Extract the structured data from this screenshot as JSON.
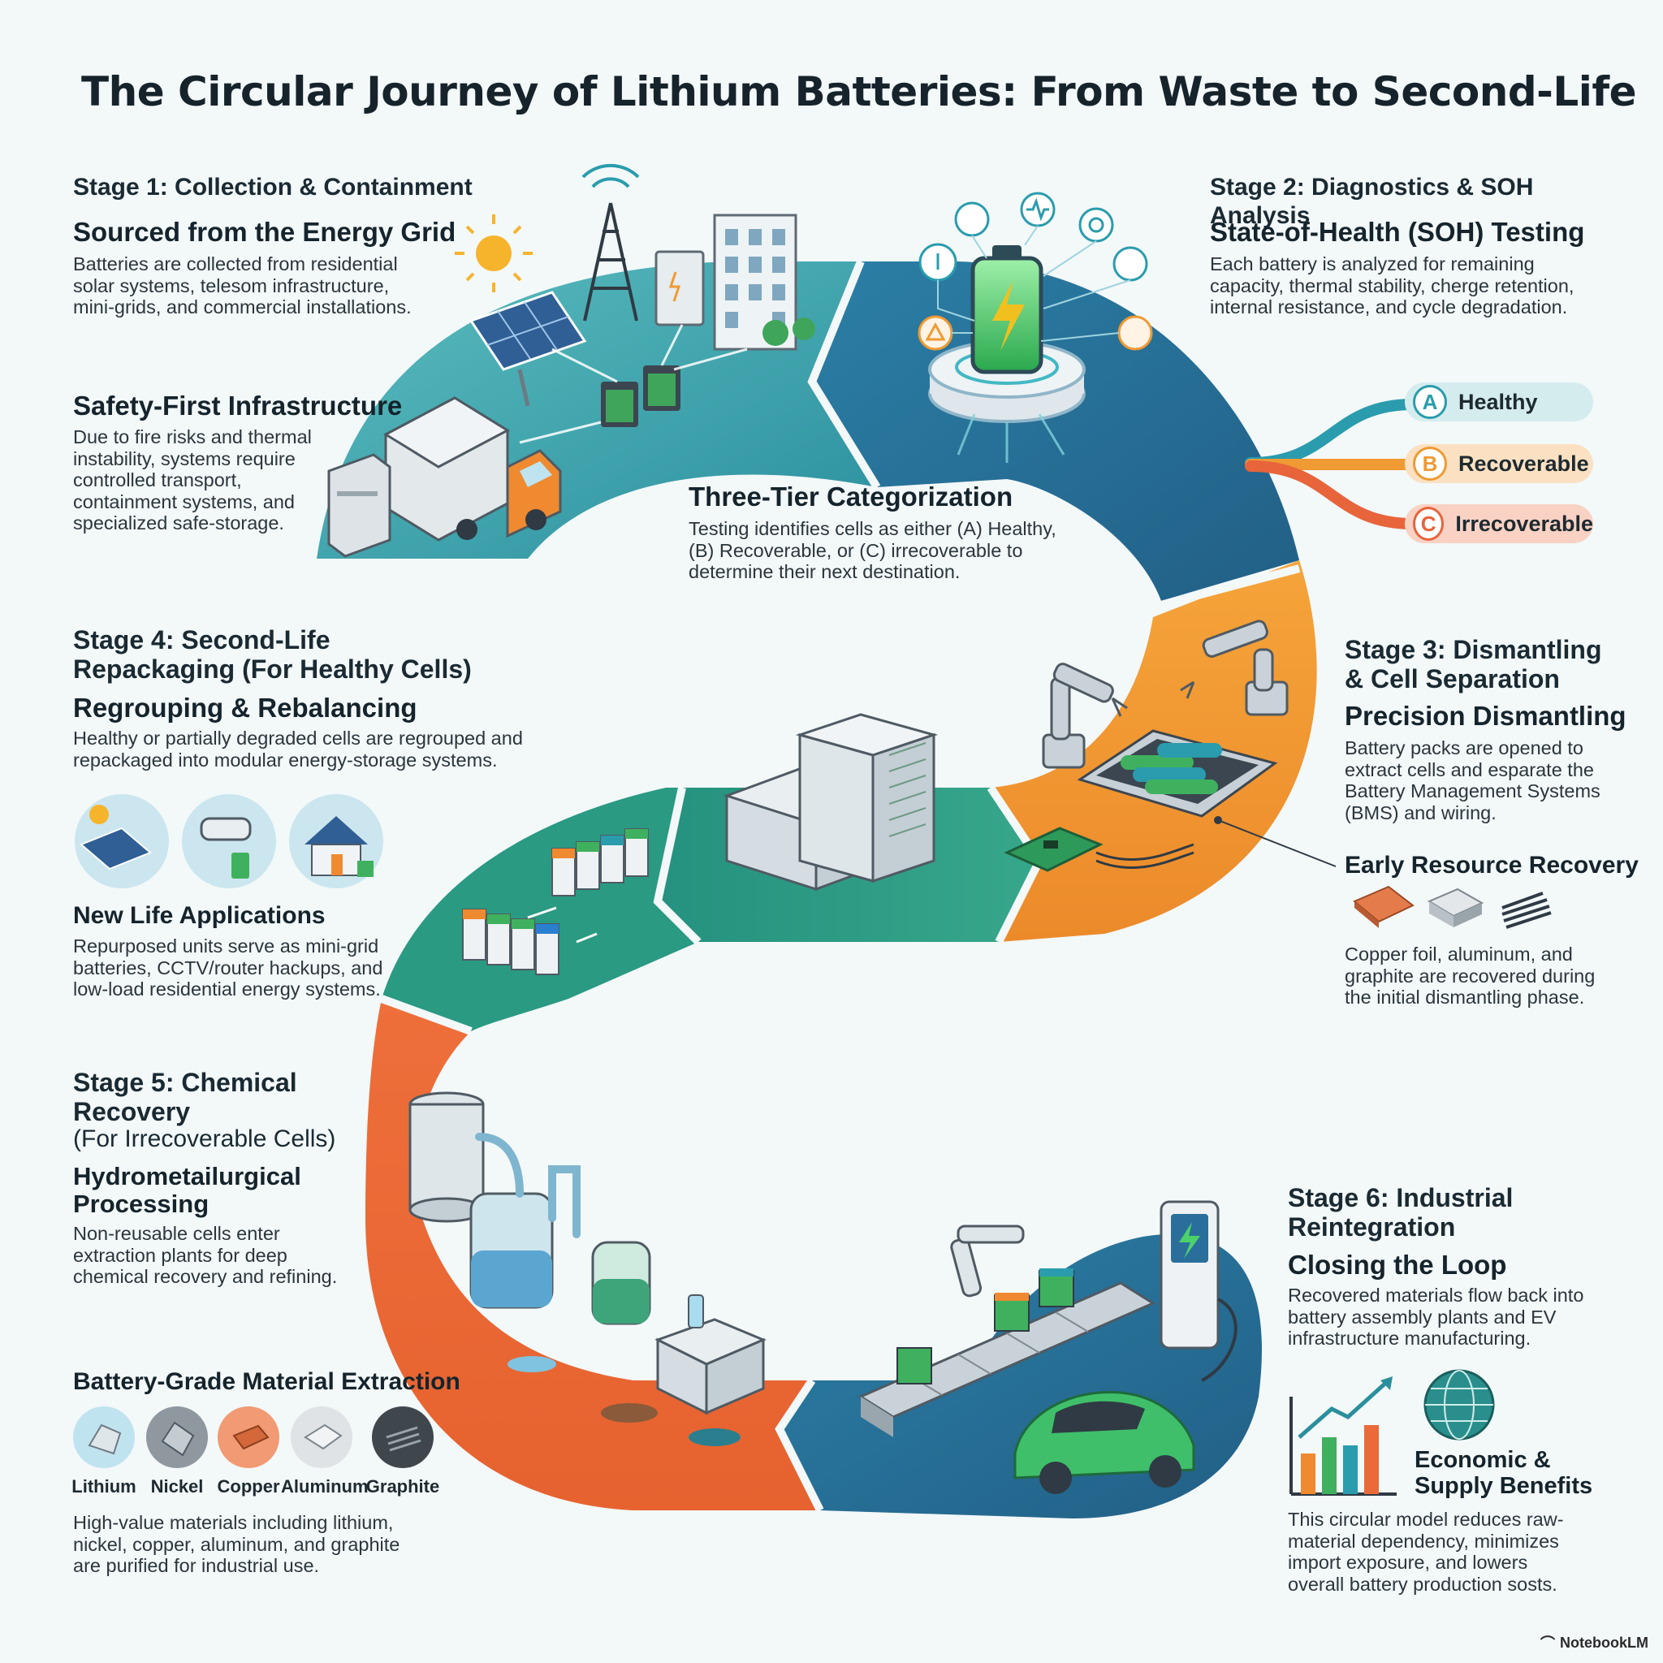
{
  "title": "The Circular Journey of Lithium Batteries: From Waste to Second-Life",
  "stage1": {
    "label": "Stage 1: Collection & Containment",
    "heading1": "Sourced from the Energy Grid",
    "text1": "Batteries are collected from residential solar systems, telesom infrastructure, mini-grids, and commercial installations.",
    "heading2": "Safety-First Infrastructure",
    "text2": "Due to fire risks and thermal instability, systems require controlled transport, containment systems, and specialized safe-storage."
  },
  "stage2": {
    "label": "Stage 2: Diagnostics & SOH Analysis",
    "heading": "State-of-Health (SOH) Testing",
    "text": "Each battery is analyzed for remaining capacity, thermal stability, cherge retention, internal resistance, and cycle degradation.",
    "tiers": [
      {
        "letter": "A",
        "label": "Healthy"
      },
      {
        "letter": "B",
        "label": "Recoverable"
      },
      {
        "letter": "C",
        "label": "Irrecoverable"
      }
    ]
  },
  "tier_center": {
    "heading": "Three-Tier Categorization",
    "text": "Testing identifies cells as either (A) Healthy, (B) Recoverable, or (C) irrecoverable to determine their next destination."
  },
  "stage3": {
    "label": "Stage 3: Dismantling & Cell Separation",
    "heading": "Precision Dismantling",
    "text": "Battery packs are opened to extract cells and esparate the Battery Management Systems (BMS) and wiring.",
    "heading2": "Early Resource Recovery",
    "text2": "Copper foil, aluminum, and graphite are recovered during the initial dismantling phase."
  },
  "stage4": {
    "label": "Stage 4: Second-Life Repackaging (For Healthy Cells)",
    "heading": "Regrouping & Rebalancing",
    "text": "Healthy or partially degraded cells are regrouped and repackaged into modular energy-storage systems.",
    "heading2": "New Life Applications",
    "text2": "Repurposed units serve as mini-grid batteries, CCTV/router hackups, and low-load residential energy systems."
  },
  "stage5": {
    "label": "Stage 5: Chemical Recovery",
    "label_sub": "(For Irrecoverable Cells)",
    "heading": "Hydrometailurgical Processing",
    "text": "Non-reusable cells enter extraction plants for deep chemical recovery and refining.",
    "heading2": "Battery-Grade Material Extraction",
    "materials": [
      "Lithium",
      "Nickel",
      "Copper",
      "Aluminum",
      "Graphite"
    ],
    "text2": "High-value materials including lithium, nickel, copper, aluminum, and graphite are purified for industrial use."
  },
  "stage6": {
    "label": "Stage 6: Industrial Reintegration",
    "heading": "Closing the Loop",
    "text": "Recovered materials flow back into battery assembly plants and EV infrastructure manufacturing.",
    "heading2": "Economic & Supply Benefits",
    "text2": "This circular model reduces raw-material dependency, minimizes import exposure, and lowers overall battery production sosts."
  },
  "watermark": "NotebookLM",
  "colors": {
    "teal": "#2e9ea8",
    "blue": "#2f6f98",
    "orange": "#ef9a33",
    "red_orange": "#ea6a3a",
    "green": "#2c9a7a"
  }
}
